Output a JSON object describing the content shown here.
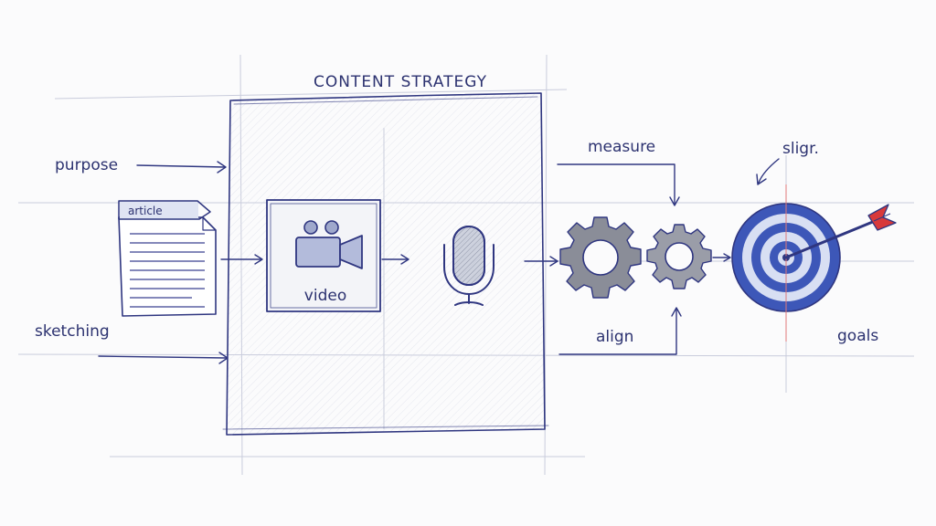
{
  "diagram": {
    "title": "CONTENT STRATEGY",
    "labels": {
      "purpose": "purpose",
      "sketching": "sketching",
      "article": "article",
      "video": "video",
      "measure": "measure",
      "align": "align",
      "signal": "sligr.",
      "goals": "goals"
    },
    "colors": {
      "ink": "#2f3680",
      "target_blue": "#3d57b8",
      "target_light": "#d8dff3",
      "arrow_red": "#d8393a",
      "gear_gray": "#8a8d98",
      "mic_gray": "#9aa0b0"
    },
    "icons": {
      "article": "document-icon",
      "video": "video-camera-icon",
      "audio": "microphone-icon",
      "process": "gear-icon",
      "goals": "target-icon"
    }
  }
}
